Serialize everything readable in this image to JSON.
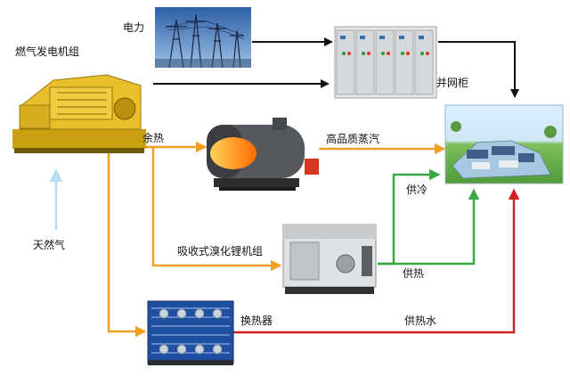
{
  "nodes": {
    "power": "电力",
    "generator": "燃气发电机组",
    "cabinet": "并网柜",
    "waste_heat": "余热",
    "steam": "高品质蒸汽",
    "cooling": "供冷",
    "natural_gas": "天然气",
    "absorption_chiller": "吸收式溴化锂机组",
    "heating": "供热",
    "heat_exchanger": "换热器",
    "hot_water": "供热水"
  },
  "colors": {
    "electric": "#111111",
    "heat": "#f0a020",
    "gas": "#b9dcf5",
    "cooling": "#3aa845",
    "hot_water": "#d21f1f"
  }
}
